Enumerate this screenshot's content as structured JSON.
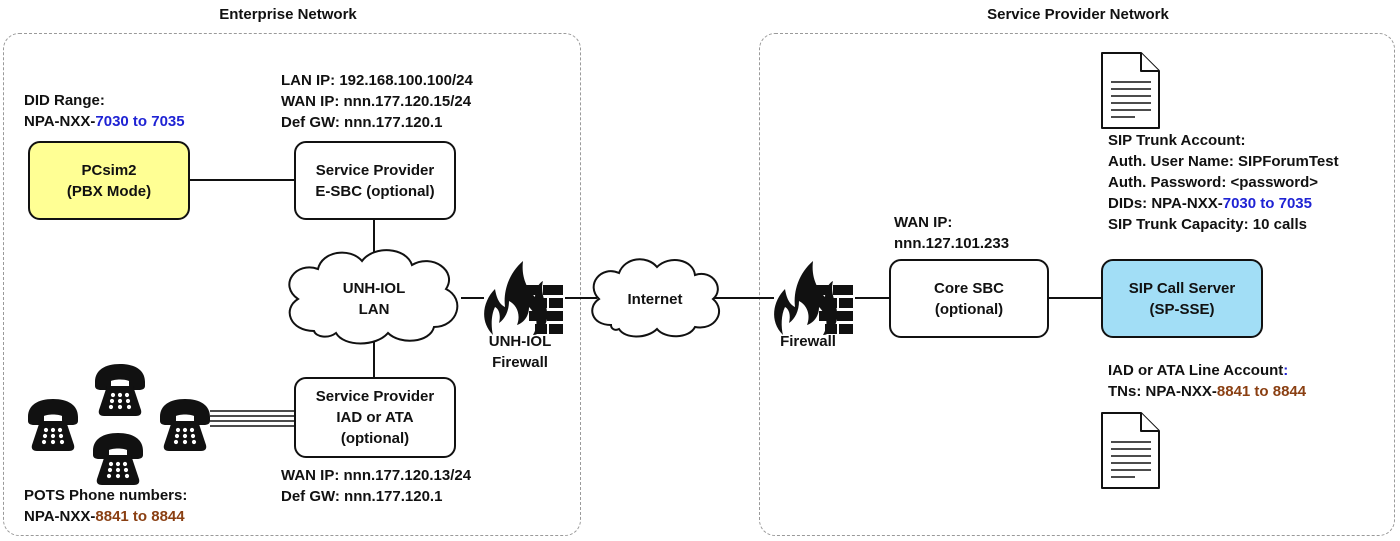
{
  "zones": {
    "enterprise": {
      "title": "Enterprise Network"
    },
    "provider": {
      "title": "Service Provider Network"
    }
  },
  "nodes": {
    "pcsim": {
      "line1": "PCsim2",
      "line2": "(PBX Mode)"
    },
    "esbc": {
      "line1": "Service Provider",
      "line2": "E-SBC (optional)"
    },
    "iad": {
      "line1": "Service Provider",
      "line2": "IAD or ATA",
      "line3": "(optional)"
    },
    "core_sbc": {
      "line1": "Core SBC",
      "line2": "(optional)"
    },
    "sip_server": {
      "line1": "SIP Call Server",
      "line2": "(SP-SSE)"
    }
  },
  "clouds": {
    "lan": {
      "line1": "UNH-IOL",
      "line2": "LAN"
    },
    "internet": {
      "label": "Internet"
    }
  },
  "firewalls": {
    "unh": {
      "line1": "UNH-IOL",
      "line2": "Firewall"
    },
    "provider": {
      "label": "Firewall"
    }
  },
  "annotations": {
    "did_range": {
      "label": "DID Range:",
      "prefix": "NPA-NXX-",
      "range": "7030 to 7035"
    },
    "esbc_ips": {
      "lan_ip": "LAN IP: 192.168.100.100/24",
      "wan_ip": "WAN IP: nnn.177.120.15/24",
      "def_gw": "Def GW: nnn.177.120.1"
    },
    "iad_ips": {
      "wan_ip": "WAN IP: nnn.177.120.13/24",
      "def_gw": "Def GW: nnn.177.120.1"
    },
    "pots": {
      "label": "POTS Phone numbers:",
      "prefix": "NPA-NXX-",
      "range": "8841 to 8844"
    },
    "core_wan": {
      "label": "WAN IP:",
      "value": "nnn.127.101.233"
    },
    "sip_trunk": {
      "title": "SIP Trunk Account:",
      "user": "Auth. User Name: SIPForumTest",
      "password": "Auth. Password: <password>",
      "dids_prefix": "DIDs: NPA-NXX-",
      "dids_range": "7030 to 7035",
      "capacity": "SIP Trunk Capacity: 10 calls"
    },
    "line_account": {
      "title": "IAD or ATA Line Account",
      "title_colon": ":",
      "tns_prefix": "TNs: NPA-NXX-",
      "tns_range": "8841 to 8844"
    }
  },
  "icons": {
    "phone": "telephone-icon",
    "document": "document-icon",
    "firewall": "firewall-icon",
    "cloud": "cloud-icon"
  },
  "colors": {
    "pbx_fill": "#ffff94",
    "sip_fill": "#a2def6",
    "did_blue": "#1f23d4",
    "tn_brown": "#8a3f12"
  }
}
